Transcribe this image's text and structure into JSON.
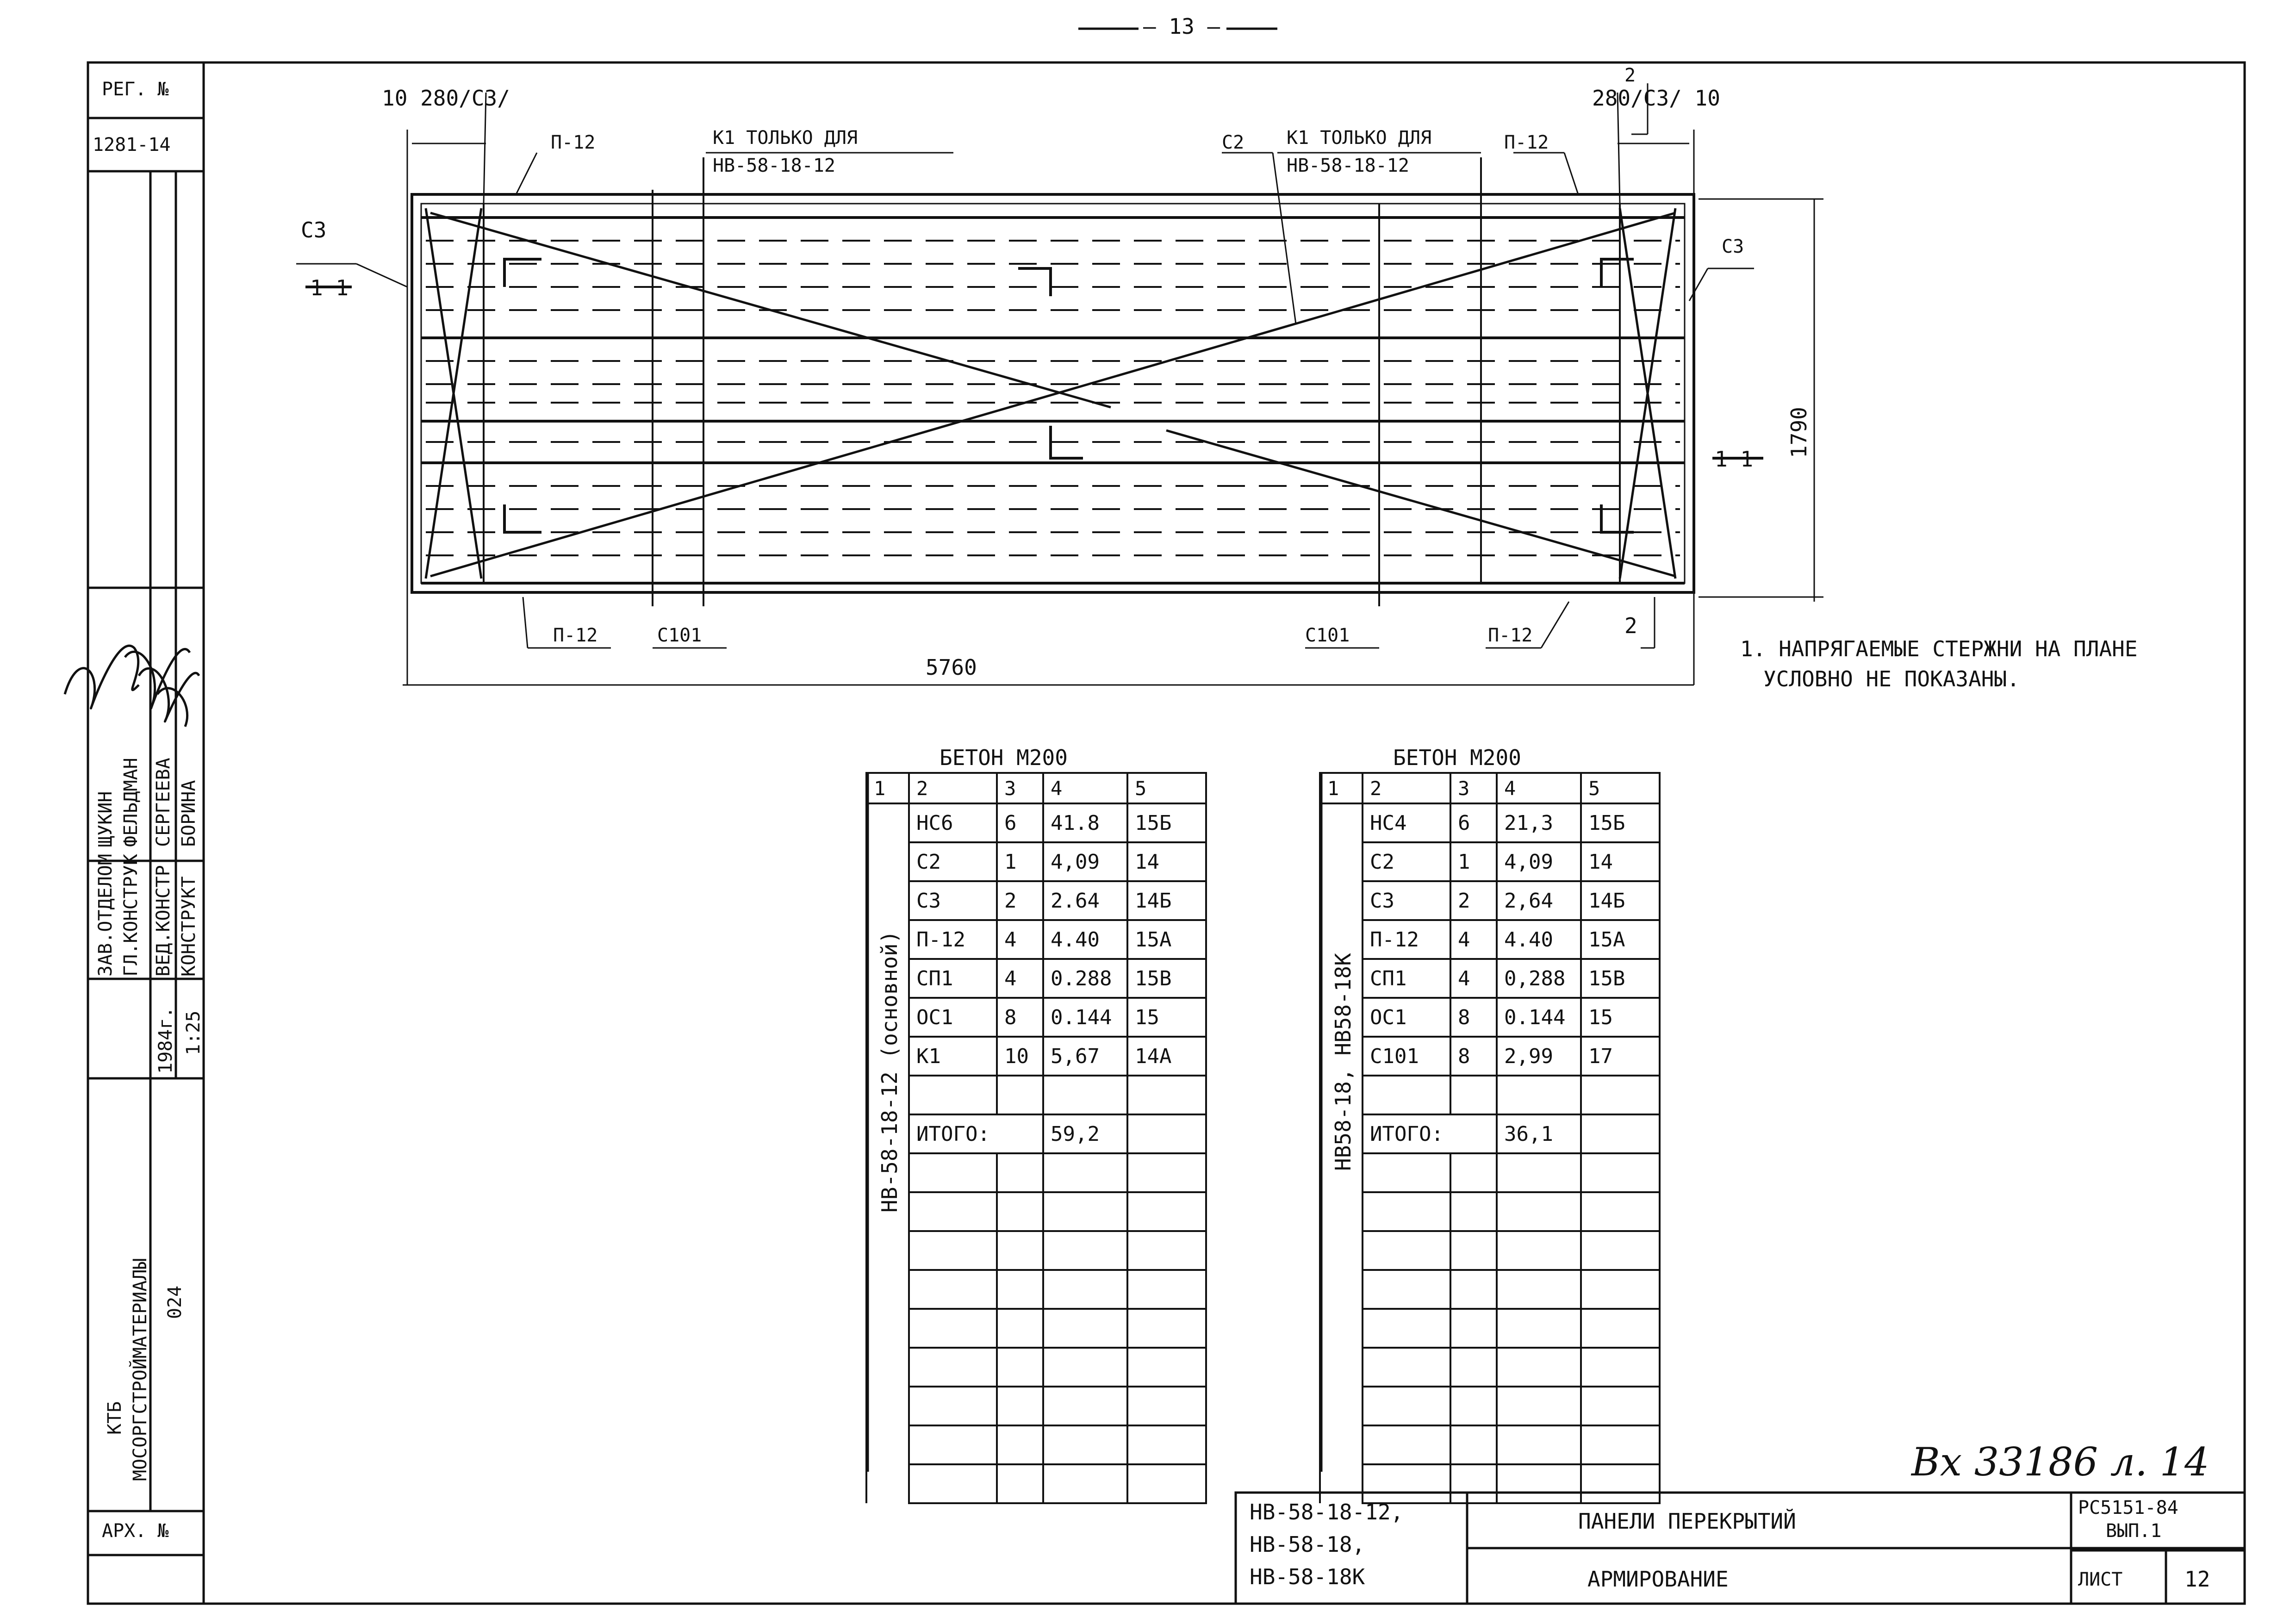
{
  "sheet": {
    "page_number": "— 13 —",
    "archive_number": "Вх 33186 л. 14"
  },
  "side_stamp": {
    "reg_label": "РЕГ. №",
    "reg_number": "1281-14",
    "arch_label": "АРХ. №",
    "org_line1": "КТБ",
    "org_line2": "МОСОРГСТРОЙМАТЕРИАЛЫ",
    "dept": "024",
    "year": "1984г.",
    "scale": "1:25",
    "signers": [
      {
        "role": "ЗАВ.ОТДЕЛОМ",
        "name": "ЩУКИН"
      },
      {
        "role": "ГЛ.КОНСТРУК",
        "name": "ФЕЛЬДМАН"
      },
      {
        "role": "ВЕД.КОНСТР",
        "name": "СЕРГЕЕВА"
      },
      {
        "role": "КОНСТРУКТ",
        "name": "БОРИНА"
      }
    ]
  },
  "plan": {
    "dim_top_left": "10  280/С3/",
    "dim_top_right": "280/С3/  10",
    "sec2_top": "2",
    "label_p12_tl": "П-12",
    "label_k1_left_line1": "К1  ТОЛЬКО ДЛЯ",
    "label_k1_left_line2": "НВ-58-18-12",
    "label_c2": "С2",
    "label_k1_right_line1": "К1  ТОЛЬКО ДЛЯ",
    "label_k1_right_line2": "НВ-58-18-12",
    "label_p12_tr": "П-12",
    "label_c3_left": "С3",
    "label_sec1_left": "1 1",
    "label_c3_right": "С3",
    "label_sec1_right": "1 1",
    "dim_height": "1790",
    "label_p12_bl": "П-12",
    "label_c101_left": "С101",
    "label_c101_right": "С101",
    "label_p12_br": "П-12",
    "sec2_bottom": "2",
    "dim_length": "5760"
  },
  "note": {
    "line1": "1. НАПРЯГАЕМЫЕ СТЕРЖНИ НА ПЛАНЕ",
    "line2": "УСЛОВНО НЕ ПОКАЗАНЫ."
  },
  "table_left": {
    "concrete": "БЕТОН  М200",
    "headers": [
      "1",
      "2",
      "3",
      "4",
      "5"
    ],
    "brand": "НВ-58-18-12 (основной)",
    "rows": [
      [
        "НС6",
        "6",
        "41.8",
        "15Б"
      ],
      [
        "С2",
        "1",
        "4,09",
        "14"
      ],
      [
        "С3",
        "2",
        "2.64",
        "14Б"
      ],
      [
        "П-12",
        "4",
        "4.40",
        "15А"
      ],
      [
        "СП1",
        "4",
        "0.288",
        "15В"
      ],
      [
        "ОС1",
        "8",
        "0.144",
        "15"
      ],
      [
        "К1",
        "10",
        "5,67",
        "14А"
      ],
      [
        "",
        "",
        "",
        ""
      ]
    ],
    "total_label": "ИТОГО:",
    "total_value": "59,2"
  },
  "table_right": {
    "concrete": "БЕТОН  М200",
    "headers": [
      "1",
      "2",
      "3",
      "4",
      "5"
    ],
    "brand": "НВ58-18, НВ58-18К",
    "rows": [
      [
        "НС4",
        "6",
        "21,3",
        "15Б"
      ],
      [
        "С2",
        "1",
        "4,09",
        "14"
      ],
      [
        "С3",
        "2",
        "2,64",
        "14Б"
      ],
      [
        "П-12",
        "4",
        "4.40",
        "15А"
      ],
      [
        "СП1",
        "4",
        "0,288",
        "15В"
      ],
      [
        "ОС1",
        "8",
        "0.144",
        "15"
      ],
      [
        "С101",
        "8",
        "2,99",
        "17"
      ],
      [
        "",
        "",
        "",
        ""
      ]
    ],
    "total_label": "ИТОГО:",
    "total_value": "36,1"
  },
  "title_block": {
    "codes": [
      "НВ-58-18-12,",
      "НВ-58-18,",
      "НВ-58-18К"
    ],
    "title": "ПАНЕЛИ   ПЕРЕКРЫТИЙ",
    "subtitle": "АРМИРОВАНИЕ",
    "series": "РС5151-84",
    "issue": "ВЫП.1",
    "sheet_label": "ЛИСТ",
    "sheet_number": "12"
  }
}
